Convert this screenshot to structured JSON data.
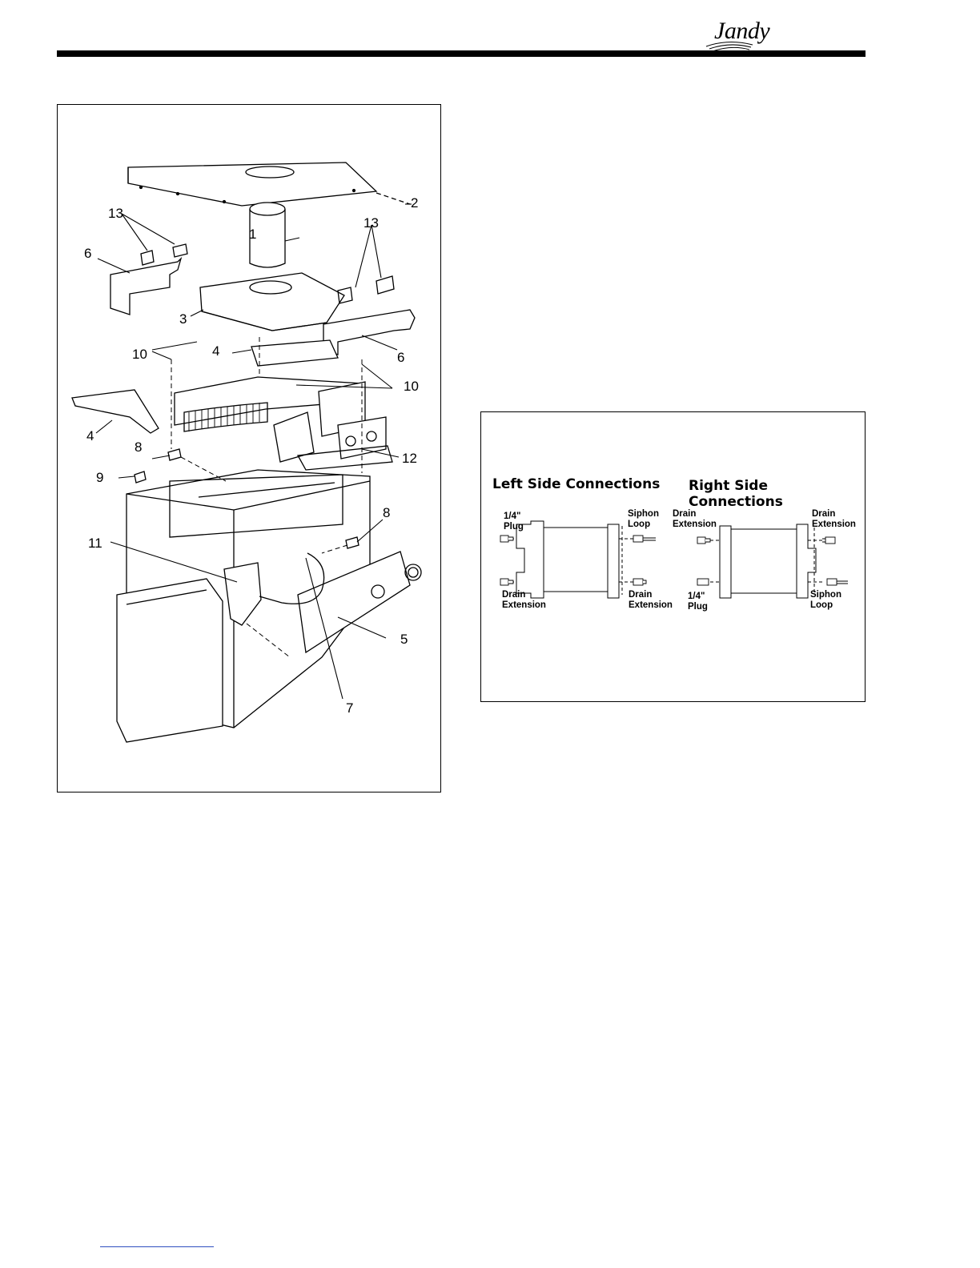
{
  "header": {
    "brand": "Jandy"
  },
  "exploded_view": {
    "callouts": [
      "1",
      "2",
      "3",
      "4",
      "4",
      "5",
      "6",
      "6",
      "7",
      "8",
      "8",
      "9",
      "10",
      "10",
      "11",
      "12",
      "13",
      "13"
    ]
  },
  "connections": {
    "left_title": "Left Side Connections",
    "right_title": "Right Side Connections",
    "left": {
      "top_left": "1/4\"\nPlug",
      "bottom_left": "Drain\nExtension",
      "top_right": "Siphon\nLoop",
      "bottom_right": "Drain\nExtension"
    },
    "right": {
      "top_left": "Drain\nExtension",
      "bottom_left": "1/4\"\nPlug",
      "top_right": "Drain\nExtension",
      "bottom_right": "Siphon\nLoop"
    }
  }
}
